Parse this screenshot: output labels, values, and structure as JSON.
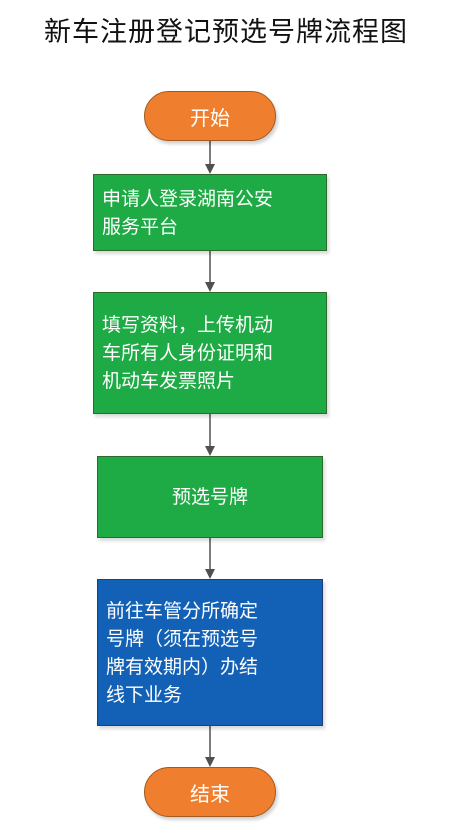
{
  "title": "新车注册登记预选号牌流程图",
  "colors": {
    "terminal_fill": "#ef7f2e",
    "process_fill": "#1eaa45",
    "final_process_fill": "#1361b6",
    "arrow": "#505050",
    "text": "#ffffff"
  },
  "nodes": {
    "start": "开始",
    "step1": [
      "申请人登录湖南公安",
      "服务平台"
    ],
    "step2": [
      "填写资料，上传机动",
      "车所有人身份证明和",
      "机动车发票照片"
    ],
    "step3": "预选号牌",
    "step4": [
      "前往车管分所确定",
      "号牌（须在预选号",
      "牌有效期内）办结",
      "线下业务"
    ],
    "end": "结束"
  }
}
